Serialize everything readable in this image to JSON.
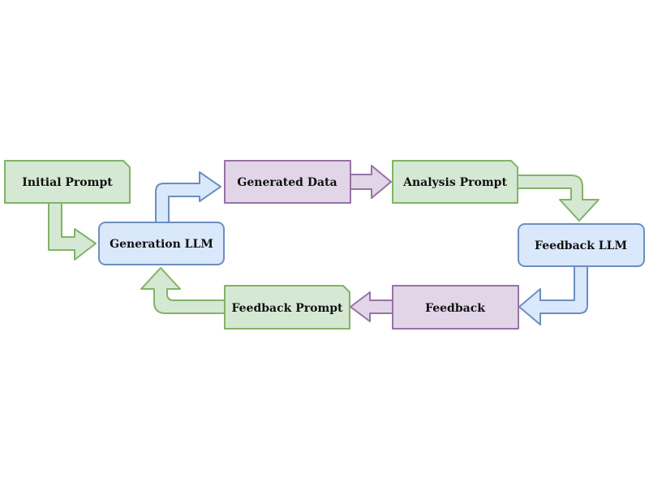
{
  "colors": {
    "prompt_fill": "#d5e8d4",
    "prompt_stroke": "#82b366",
    "llm_fill": "#dae8fc",
    "llm_stroke": "#6c8ebf",
    "data_fill": "#e1d5e7",
    "data_stroke": "#9673a6"
  },
  "nodes": {
    "initial_prompt": "Initial Prompt",
    "generation_llm": "Generation LLM",
    "generated_data": "Generated Data",
    "analysis_prompt": "Analysis Prompt",
    "feedback_llm": "Feedback LLM",
    "feedback": "Feedback",
    "feedback_prompt": "Feedback Prompt"
  },
  "edges": [
    {
      "from": "Initial Prompt",
      "to": "Generation LLM"
    },
    {
      "from": "Generation LLM",
      "to": "Generated Data"
    },
    {
      "from": "Generated Data",
      "to": "Analysis Prompt"
    },
    {
      "from": "Analysis Prompt",
      "to": "Feedback LLM"
    },
    {
      "from": "Feedback LLM",
      "to": "Feedback"
    },
    {
      "from": "Feedback",
      "to": "Feedback Prompt"
    },
    {
      "from": "Feedback Prompt",
      "to": "Generation LLM"
    }
  ]
}
